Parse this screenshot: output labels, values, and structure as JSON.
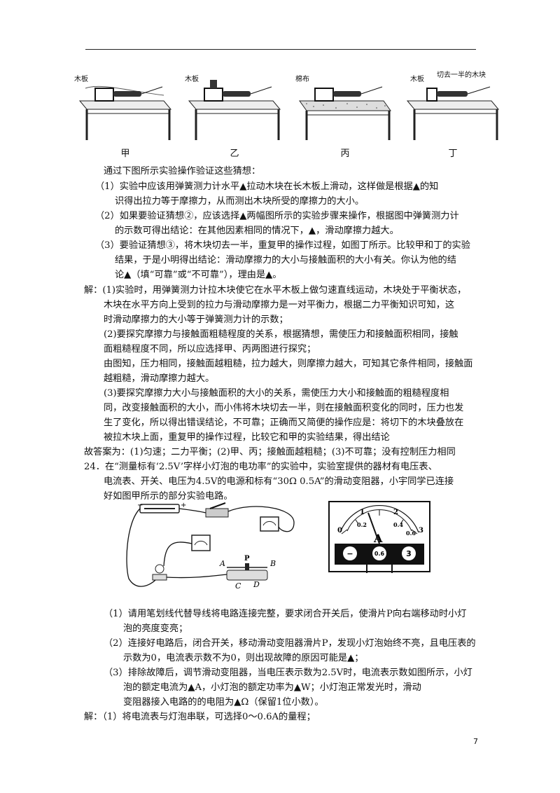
{
  "figures": [
    {
      "name": "甲",
      "tag": "木板"
    },
    {
      "name": "乙",
      "tag": "木板"
    },
    {
      "name": "丙",
      "tag": "棉布"
    },
    {
      "name": "丁",
      "tag": "木板",
      "tag2": "切去一半的木块"
    }
  ],
  "intro": "通过下图所示实验操作验证这些猜想：",
  "q1": [
    "（1）实验中应该用弹簧测力计水平▲拉动木块在长木板上滑动，这样做是根据▲的知",
    "识得出拉力等于摩擦力，从而测出木块所受的摩擦力的大小。"
  ],
  "q2": [
    "（2）如果要验证猜想②，应该选择▲两幅图所示的实验步骤来操作，根据图中弹簧测力计",
    "的示数可得出结论：在其他因素相同的情况下，▲，滑动摩擦力越大。"
  ],
  "q3": [
    "（3）要验证猜想③，将木块切去一半，重复甲的操作过程，如图丁所示。比较甲和丁的实验",
    "结果，于是小明得出结论：滑动摩擦力的大小与接触面积的大小有关。你认为他的结",
    "论▲（填“可靠”或“不可靠”），理由是▲。"
  ],
  "solution": [
    "解：(1)实验时，用弹簧测力计拉木块使它在水平木板上做匀速直线运动，木块处于平衡状态，",
    "木块在水平方向上受到的拉力与滑动摩擦力是一对平衡力，根据二力平衡知识可知，这",
    "时滑动摩擦力的大小等于弹簧测力计的示数；",
    "(2)要探究摩擦力与接触面粗糙程度的关系，根据猜想，需使压力和接触面积相同，接触",
    "面粗糙程度不同，所以应选择甲、丙两图进行探究；",
    "由图知，压力相同，接触面越粗糙，拉力越大，则摩擦力越大，可知其它条件相同，接触面",
    "越粗糙，滑动摩擦力越大。",
    "(3)要探究摩擦力大小与接触面积的大小的关系，需使压力大小和接触面的粗糙程度相",
    "同，改变接触面积的大小，而小伟将木块切去一半，则在接触面积变化的同时，压力也发",
    "生了变化，所以得出错误结论，不可靠；正确而又简便的操作应是：将切下的木块叠放在",
    "被拉木块上面，重复甲的操作过程，比较它和甲的实验结果，得出结论"
  ],
  "answer": "故答案为：(1)匀速；二力平衡；(2)甲、丙；接触面越粗糙；(3)不可靠；没有控制压力相同",
  "q24": [
    "24．在“测量标有‘2.5V’字样小灯泡的电功率”的实验中，实验室提供的器材有电压表、",
    "电流表、开关、电压为4.5V的电源和标有“30Ω 0.5A”的滑动变阻器，小宇同学已连接",
    "好如图甲所示的部分实验电路。"
  ],
  "circuit": {
    "terminals": [
      "A",
      "P",
      "B",
      "C",
      "D"
    ]
  },
  "ammeter": {
    "label": "A",
    "scale_top": [
      "1",
      "2"
    ],
    "scale_inner": [
      "0.2",
      "0.4"
    ],
    "scale_zero": "0",
    "scale_top_end": "3",
    "scale_inner_end": "0.6",
    "terminals": [
      "−",
      "0.6",
      "3"
    ]
  },
  "sub": [
    "（1）请用笔划线代替导线将电路连接完整，要求闭合开关后，使滑片P向右端移动时小灯",
    "泡的亮度变亮；",
    "（2）连接好电路后，闭合开关，移动滑动变阻器滑片P，发现小灯泡始终不亮，且电压表的",
    "示数为0，电流表示数不为0，则出现故障的原因可能是▲；",
    "（3）排除故障后，调节滑动变阻器，当电压表示数为2.5V时，电流表示数如图所示，小灯",
    "泡的额定电流为▲A，小灯泡的额定功率为▲W；小灯泡正常发光时，滑动",
    "变阻器接入电路的的电阻为▲Ω（保留1位小数）。"
  ],
  "sol24": "解：（1）将电流表与灯泡串联，可选择0～0.6A的量程；",
  "page_number": "7"
}
